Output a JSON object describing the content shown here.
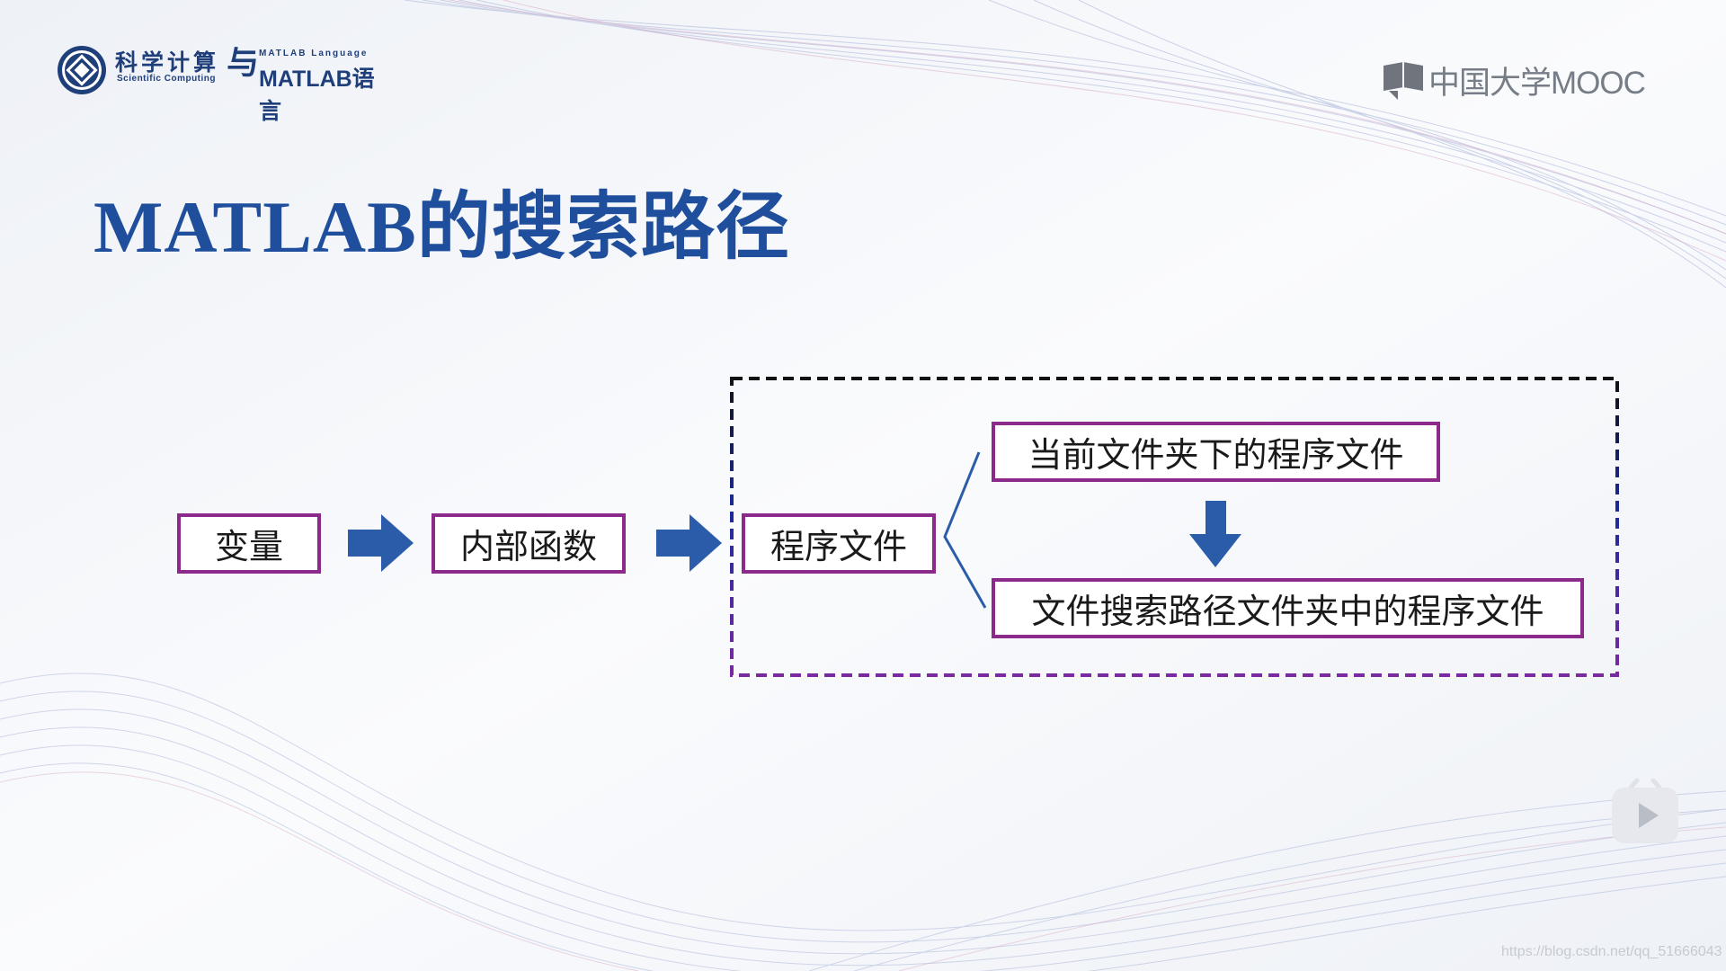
{
  "logo": {
    "chinese": "科学计算",
    "scientific": "Scientific Computing",
    "yu": "与",
    "matlab_lang": "MATLAB Language",
    "matlab_cn": "MATLAB语言"
  },
  "mooc": {
    "text": "中国大学MOOC"
  },
  "slide": {
    "title": "MATLAB的搜索路径",
    "boxes": {
      "variable": "变量",
      "builtin": "内部函数",
      "program": "程序文件",
      "current_folder": "当前文件夹下的程序文件",
      "search_path": "文件搜索路径文件夹中的程序文件"
    }
  },
  "watermark": "https://blog.csdn.net/qq_51666043",
  "colors": {
    "title": "#1f4e9c",
    "box_border": "#8c2a8c",
    "arrow": "#2b5caa",
    "dashed_top": "#111111",
    "dashed_bottom": "#7a2aa0"
  }
}
